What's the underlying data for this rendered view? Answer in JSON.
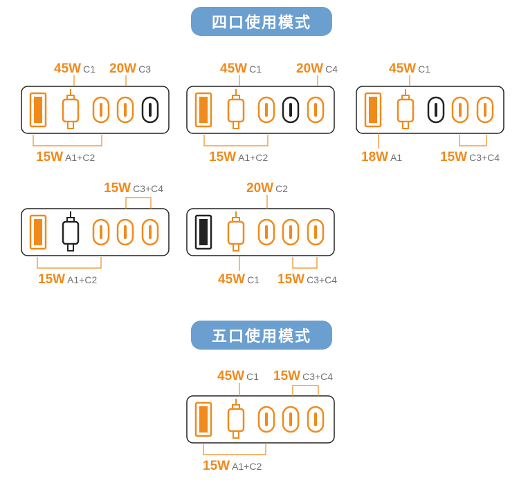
{
  "section_titles": [
    "四口使用模式",
    "五口使用模式"
  ],
  "colors": {
    "orange": "#f08a1c",
    "blue": "#6a9fd0",
    "outline": "#222222",
    "gray": "#707070"
  },
  "panels": [
    {
      "labels": [
        {
          "watt": "45W",
          "port": "C1"
        },
        {
          "watt": "20W",
          "port": "C3"
        },
        {
          "watt": "15W",
          "port": "A1+C2"
        }
      ]
    },
    {
      "labels": [
        {
          "watt": "45W",
          "port": "C1"
        },
        {
          "watt": "20W",
          "port": "C4"
        },
        {
          "watt": "15W",
          "port": "A1+C2"
        }
      ]
    },
    {
      "labels": [
        {
          "watt": "45W",
          "port": "C1"
        },
        {
          "watt": "18W",
          "port": "A1"
        },
        {
          "watt": "15W",
          "port": "C3+C4"
        }
      ]
    },
    {
      "labels": [
        {
          "watt": "15W",
          "port": "C3+C4"
        },
        {
          "watt": "15W",
          "port": "A1+C2"
        }
      ]
    },
    {
      "labels": [
        {
          "watt": "20W",
          "port": "C2"
        },
        {
          "watt": "45W",
          "port": "C1"
        },
        {
          "watt": "15W",
          "port": "C3+C4"
        }
      ]
    },
    {
      "labels": [
        {
          "watt": "45W",
          "port": "C1"
        },
        {
          "watt": "15W",
          "port": "C3+C4"
        },
        {
          "watt": "15W",
          "port": "A1+C2"
        }
      ]
    }
  ]
}
